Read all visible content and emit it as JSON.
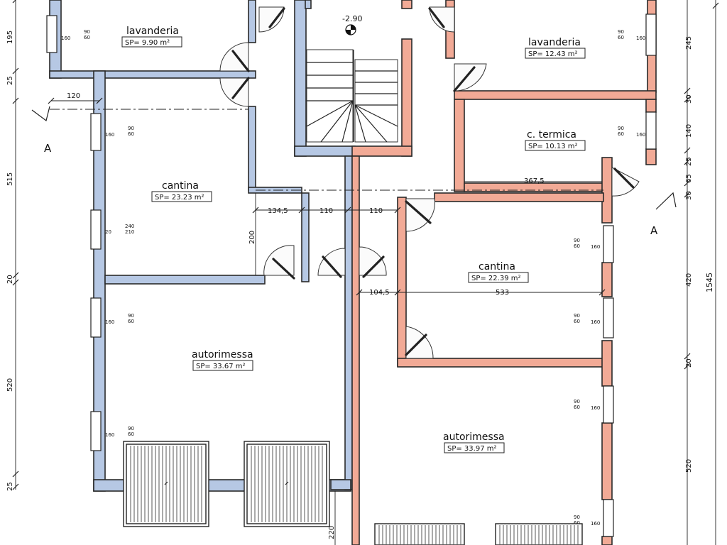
{
  "level_marker": "-2.90",
  "rooms": {
    "lavanderia_left": {
      "name": "lavanderia",
      "area": "SP=  9.90 m²"
    },
    "lavanderia_right": {
      "name": "lavanderia",
      "area": "SP= 12.43 m²"
    },
    "cantina_left": {
      "name": "cantina",
      "area": "SP= 23.23 m²"
    },
    "centrale_termica": {
      "name": "c.  termica",
      "area": "SP= 10.13 m²"
    },
    "cantina_right": {
      "name": "cantina",
      "area": "SP= 22.39 m²"
    },
    "autorimessa_left": {
      "name": "autorimessa",
      "area": "SP= 33.67 m²"
    },
    "autorimessa_right": {
      "name": "autorimessa",
      "area": "SP= 33.97 m²"
    }
  },
  "section_marks": [
    "A",
    "A"
  ],
  "dims_left": [
    "195",
    "25",
    "515",
    "20",
    "520",
    "25"
  ],
  "dims_right": [
    "245",
    "30",
    "140",
    "25",
    "65",
    "30",
    "420",
    "20",
    "520"
  ],
  "dims_overall": "1545",
  "dims_inner": {
    "d120": "120",
    "d134": "134,5",
    "d110a": "110",
    "d110b": "110",
    "d200": "200",
    "d367": "367,5",
    "d104": "104,5",
    "d533": "533",
    "d220": "220"
  },
  "windows": {
    "standard_top": "90",
    "standard_bottom": "60",
    "side": "160",
    "french_top": "240",
    "french_bottom": "210",
    "french_side": "20"
  },
  "colors": {
    "wall_left": "#b6c8e4",
    "wall_right": "#f2aa96"
  }
}
